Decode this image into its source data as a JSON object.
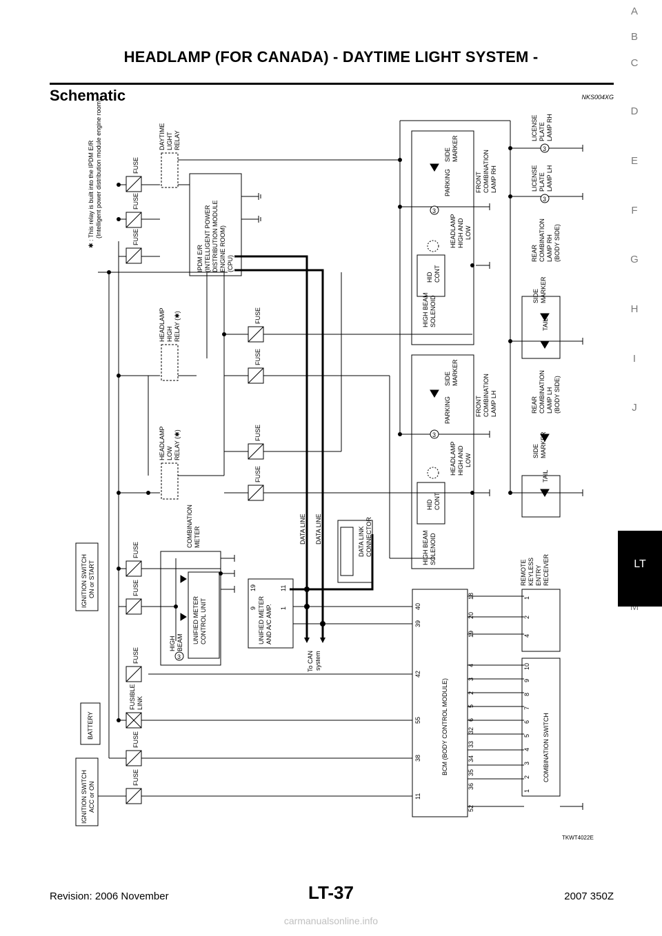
{
  "header": {
    "title": "HEADLAMP (FOR CANADA) - DAYTIME LIGHT SYSTEM -"
  },
  "section": {
    "title": "Schematic",
    "code": "NKS004XG"
  },
  "toc": [
    "A",
    "B",
    "C",
    "D",
    "E",
    "F",
    "G",
    "H",
    "I",
    "J",
    "LT",
    "L",
    "M"
  ],
  "footer": {
    "revision": "Revision: 2006 November",
    "page": "LT-37",
    "model": "2007 350Z"
  },
  "watermark": "carmanualsonline.info",
  "diagram": {
    "figure_id": "TKWT4022E",
    "note_line1": "✱ : This relay is built into the IPDM E/R",
    "note_line2": "(Intelligent power distribution module engine room).",
    "ign_acc": [
      "IGNITION SWITCH",
      "ACC or ON"
    ],
    "battery": "BATTERY",
    "ign_on": [
      "IGNITION SWITCH",
      "ON or START"
    ],
    "fuse": "FUSE",
    "fusible_link": [
      "FUSIBLE",
      "LINK"
    ],
    "bcm": "BCM (BODY CONTROL MODULE)",
    "bcm_pins_left": [
      "11",
      "38",
      "55",
      "42",
      "39",
      "40"
    ],
    "bcm_pins_right": [
      "52",
      "36",
      "35",
      "34",
      "33",
      "32",
      "6",
      "5",
      "2",
      "3",
      "4",
      "19",
      "20",
      "18"
    ],
    "combination_switch": "COMBINATION SWITCH",
    "comb_pins": [
      "1",
      "2",
      "3",
      "4",
      "5",
      "6",
      "7",
      "8",
      "9",
      "10"
    ],
    "keyless": [
      "REMOTE",
      "KEYLESS",
      "ENTRY",
      "RECEIVER"
    ],
    "keyless_pins": [
      "4",
      "2",
      "1"
    ],
    "meter": [
      "COMBINATION",
      "METER"
    ],
    "meter_unit": [
      "UNIFIED METER",
      "CONTROL UNIT"
    ],
    "high_beam": [
      "HIGH",
      "BEAM"
    ],
    "amp": [
      "UNIFIED METER",
      "AND A/C AMP."
    ],
    "amp_pins": [
      "9",
      "19",
      "1",
      "11"
    ],
    "to_can": [
      "To CAN",
      "system"
    ],
    "data_line": "DATA LINE",
    "data_link": [
      "DATA LINK",
      "CONNECTOR"
    ],
    "hl_low_relay": [
      "HEADLAMP",
      "LOW",
      "RELAY (✱)"
    ],
    "hl_high_relay": [
      "HEADLAMP",
      "HIGH",
      "RELAY (✱)"
    ],
    "daytime_relay": [
      "DAYTIME",
      "LIGHT",
      "RELAY"
    ],
    "ipdm": [
      "IPDM E/R",
      "(INTELLIGENT POWER",
      "DISTRIBUTION MODULE",
      "ENGINE ROOM)",
      "(CPU)"
    ],
    "hb_solenoid": [
      "HIGH BEAM",
      "SOLENOID"
    ],
    "hid_cont": [
      "HID",
      "CONT"
    ],
    "hl_high_low": [
      "HEADLAMP",
      "HIGH AND",
      "LOW"
    ],
    "parking": "PARKING",
    "side_marker": [
      "SIDE",
      "MARKER"
    ],
    "front_lh": [
      "FRONT",
      "COMBINATION",
      "LAMP LH"
    ],
    "front_rh": [
      "FRONT",
      "COMBINATION",
      "LAMP RH"
    ],
    "tail": "TAIL",
    "rear_lh": [
      "REAR",
      "COMBINATION",
      "LAMP LH",
      "(BODY SIDE)"
    ],
    "rear_rh": [
      "REAR",
      "COMBINATION",
      "LAMP RH",
      "(BODY SIDE)"
    ],
    "plate_lh": [
      "LICENSE",
      "PLATE",
      "LAMP LH"
    ],
    "plate_rh": [
      "LICENSE",
      "PLATE",
      "LAMP RH"
    ],
    "bulb_mark": "3"
  }
}
